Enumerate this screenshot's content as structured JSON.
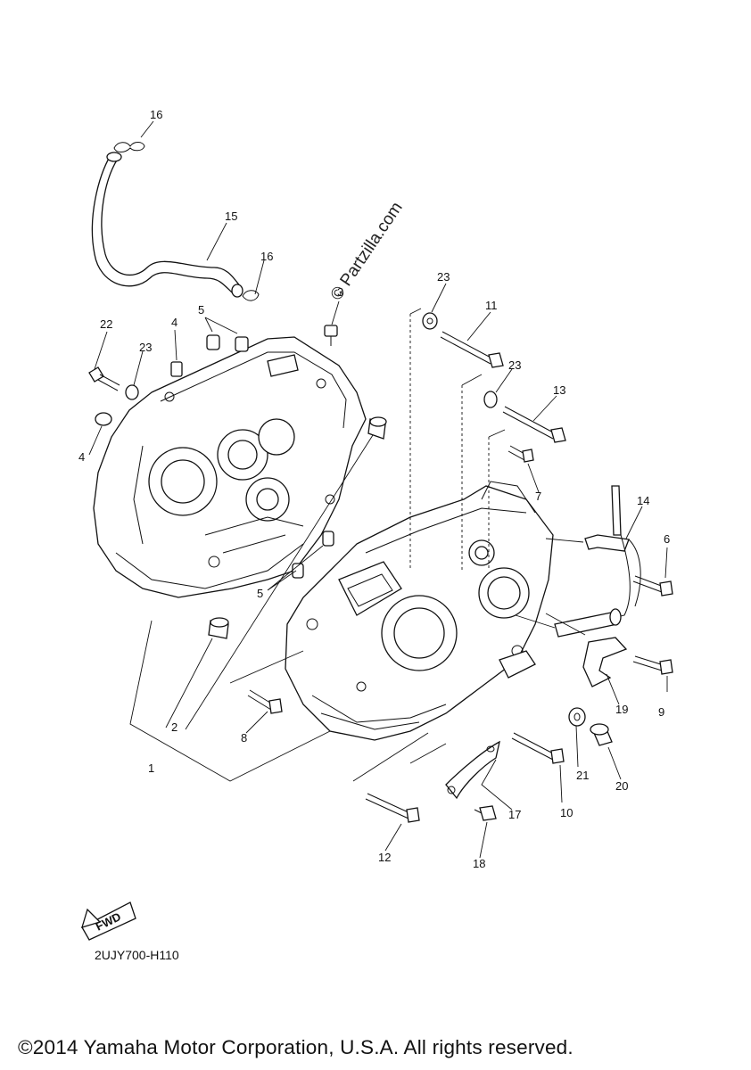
{
  "watermark": "© Partzilla.com",
  "callouts": {
    "c1": "1",
    "c2": "2",
    "c3": "3",
    "c4a": "4",
    "c4b": "4",
    "c5a": "5",
    "c5b": "5",
    "c6": "6",
    "c7": "7",
    "c8": "8",
    "c9": "9",
    "c10": "10",
    "c11": "11",
    "c12": "12",
    "c13": "13",
    "c14": "14",
    "c15": "15",
    "c16a": "16",
    "c16b": "16",
    "c17": "17",
    "c18": "18",
    "c19": "19",
    "c20": "20",
    "c21": "21",
    "c22": "22",
    "c23a": "23",
    "c23b": "23",
    "c23c": "23"
  },
  "fwd_label": "FWD",
  "diagram_code": "2UJY700-H110",
  "copyright": "©2014 Yamaha Motor Corporation, U.S.A. All rights reserved."
}
